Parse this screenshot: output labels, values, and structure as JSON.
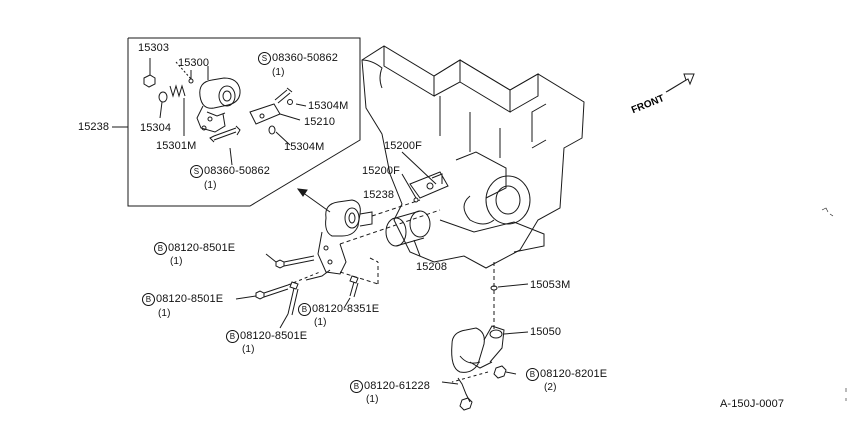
{
  "labels": {
    "p15303": "15303",
    "p15300": "15300",
    "p15304": "15304",
    "p15301m": "15301M",
    "p15238_left": "15238",
    "s_bolt_top": "08360-50862",
    "s_bolt_top_qty": "(1)",
    "p15304m_a": "15304M",
    "p15210": "15210",
    "p15304m_b": "15304M",
    "s_bolt_bottom": "08360-50862",
    "s_bolt_bottom_qty": "(1)",
    "p15200f_a": "15200F",
    "p15200f_b": "15200F",
    "p15238": "15238",
    "p15208": "15208",
    "p15053m": "15053M",
    "p15050": "15050",
    "b1": "08120-8501E",
    "b1_qty": "(1)",
    "b2": "08120-8501E",
    "b2_qty": "(1)",
    "b3": "08120-8351E",
    "b3_qty": "(1)",
    "b4": "08120-8501E",
    "b4_qty": "(1)",
    "b5": "08120-61228",
    "b5_qty": "(1)",
    "b6": "08120-8201E",
    "b6_qty": "(2)",
    "front": "FRONT",
    "diagram_id": "A-150J-0007"
  },
  "symbols": {
    "s": "S",
    "b": "B"
  }
}
